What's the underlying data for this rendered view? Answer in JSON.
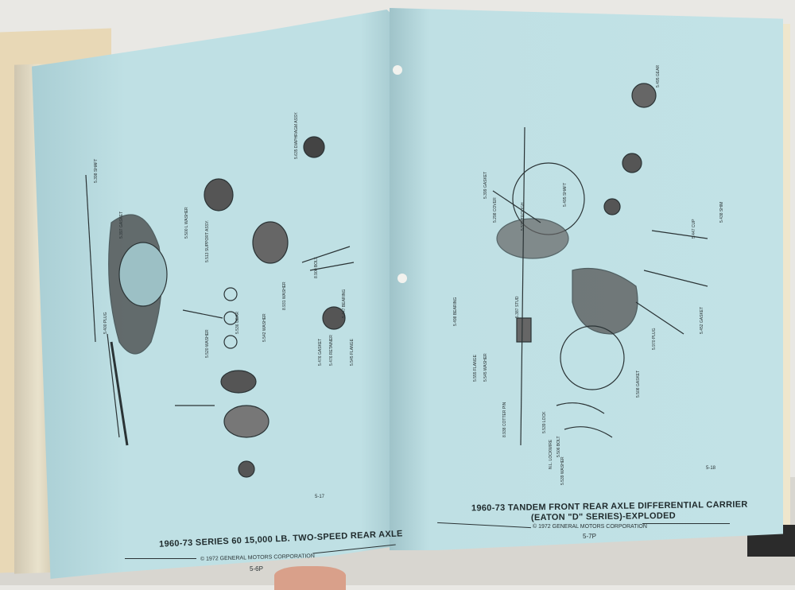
{
  "left_page": {
    "caption": "1960-73 SERIES 60 15,000 LB. TWO-SPEED REAR AXLE",
    "copyright": "© 1972 GENERAL MOTORS CORPORATION",
    "page_number": "5-6P",
    "figure_number": "5-17",
    "part_labels": [
      "5.398 SHAFT",
      "5.397 GASKET",
      "5.400 PLUG",
      "5.500 L WASHER",
      "5.513 SUPPORT ASSY.",
      "5.520 WASHER",
      "5.536 GEAR",
      "5.542 WASHER",
      "5.476 GASKET",
      "5.476 RETAINER",
      "5.545 FLANGE",
      "5.447 BEARING",
      "8.931 WASHER",
      "8.900 BOLT",
      "5.635 DIAPHRAGM ASSY."
    ]
  },
  "right_page": {
    "caption_line1": "1960-73 TANDEM FRONT REAR AXLE DIFFERENTIAL CARRIER",
    "caption_line2": "(EATON \"D\" SERIES)-EXPLODED",
    "copyright": "© 1972 GENERAL MOTORS CORPORATION",
    "page_number": "5-7P",
    "figure_number": "5-18",
    "part_labels": [
      "5.399 GASKET",
      "5.495 SHAFT",
      "5.298 COVER",
      "5.535 TROUGH",
      "5.498 BEARING",
      "5.555 FLANGE",
      "5.545 WASHER",
      "5.387 STUD",
      "8.938 COTTER PIN",
      "5.539 LOCK",
      "5.506 BOLT",
      "5.539 WASHER",
      "N.L. LOCKWIRE",
      "5.447 CUP",
      "5.438 SHIM",
      "5.495 GEAR",
      "5.452 GASKET",
      "5.970 PLUG",
      "5.508 GASKET"
    ]
  }
}
